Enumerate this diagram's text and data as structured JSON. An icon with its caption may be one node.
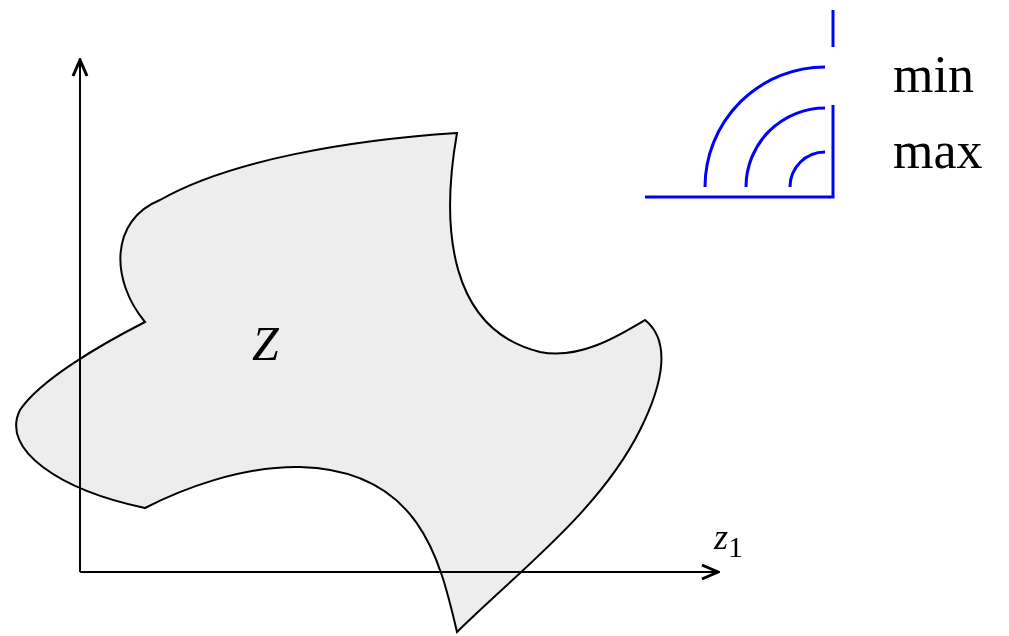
{
  "diagram": {
    "nodes": [
      {
        "text": [
          "Z"
        ]
      }
    ],
    "edges": [],
    "labels": [
      "*z*$_{1}$",
      "min",
      "max"
    ]
  }
}
